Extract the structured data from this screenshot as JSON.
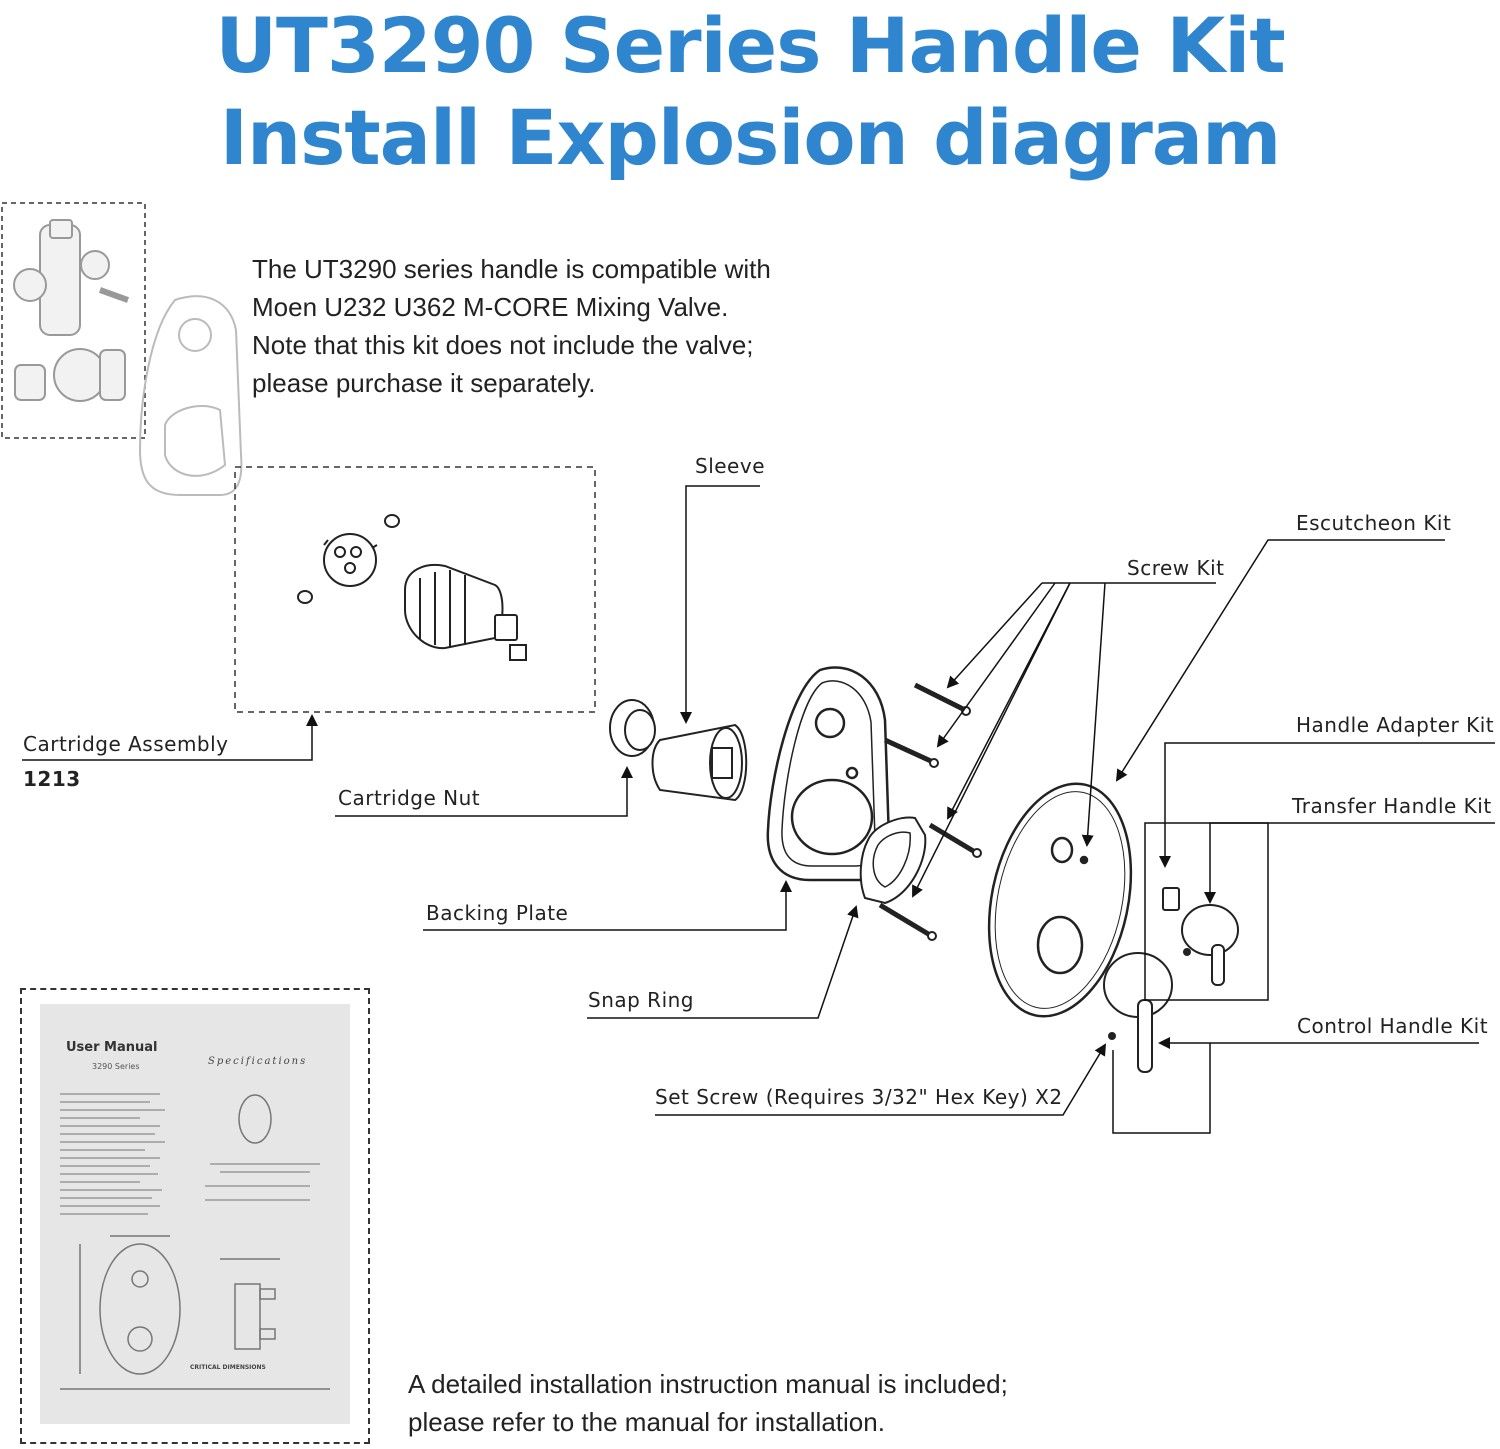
{
  "title": {
    "line1": "UT3290 Series Handle Kit",
    "line2": "Install Explosion diagram"
  },
  "intro": {
    "lines": [
      "The UT3290 series handle is compatible with",
      "Moen U232 U362 M-CORE Mixing Valve.",
      "Note that this kit does not include the valve;",
      "please purchase it separately."
    ]
  },
  "labels": {
    "sleeve": "Sleeve",
    "escutcheon_kit": "Escutcheon Kit",
    "screw_kit": "Screw Kit",
    "handle_adapter_kit": "Handle Adapter Kit",
    "transfer_handle_kit": "Transfer Handle Kit",
    "cartridge_assembly": "Cartridge Assembly",
    "cartridge_number": "1213",
    "cartridge_nut": "Cartridge Nut",
    "backing_plate": "Backing Plate",
    "snap_ring": "Snap Ring",
    "control_handle_kit": "Control Handle Kit",
    "set_screw": "Set Screw (Requires 3/32\" Hex Key) X2"
  },
  "manual": {
    "title": "User Manual",
    "subtitle": "3290 Series",
    "specifications": "Specifications",
    "caption": "CRITICAL DIMENSIONS"
  },
  "footer": {
    "lines": [
      "A detailed installation instruction manual is included;",
      "please refer to the manual for installation."
    ]
  },
  "colors": {
    "title": "#2f86cf",
    "line": "#222222",
    "manual_bg": "#e6e6e6"
  }
}
